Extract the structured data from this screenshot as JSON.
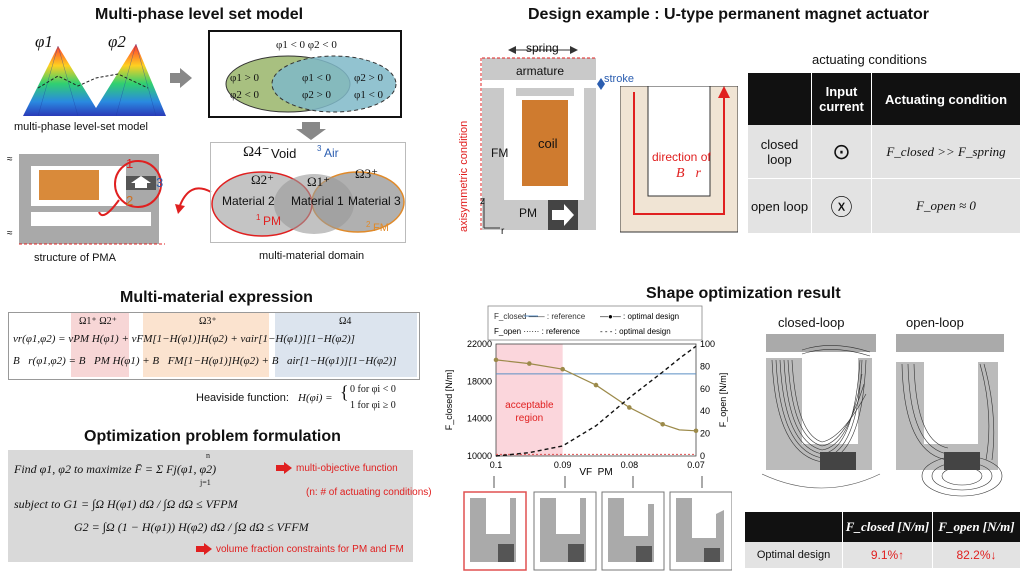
{
  "titles": {
    "t1": "Multi-phase level set model",
    "t2": "Design example : U-type permanent magnet actuator",
    "t3": "Multi-material expression",
    "t4": "Optimization problem formulation",
    "t5": "Shape optimization result"
  },
  "levelset": {
    "phi1": "φ1",
    "phi2": "φ2",
    "caption": "multi-phase level-set model",
    "venn_top": "φ1 < 0   φ2 < 0",
    "venn_l1": "φ1 > 0",
    "venn_l2": "φ2 < 0",
    "venn_m1": "φ1 < 0",
    "venn_m2": "φ2 > 0",
    "venn_c1": "φ1 > 0",
    "venn_c2": "φ2 > 0",
    "venn_r1": "φ2 > 0",
    "venn_r2": "φ1 < 0"
  },
  "pma": {
    "caption": "structure of PMA",
    "n1": "1",
    "n2": "2",
    "n3": "3"
  },
  "multimat": {
    "caption": "multi-material domain",
    "omega4": "Ω4⁻",
    "void": "Void",
    "air_num": "3",
    "air": "Air",
    "omega2": "Ω2⁺",
    "mat2": "Material 2",
    "omega1": "Ω1⁺",
    "mat1": "Material 1",
    "omega3": "Ω3⁺",
    "mat3": "Material 3",
    "pm_num": "1",
    "pm": "PM",
    "fm_num": "2",
    "fm": "FM"
  },
  "design": {
    "spring": "spring",
    "armature": "armature",
    "stroke": "stroke",
    "axis_cond": "axisymmetric condition",
    "fm": "FM",
    "coil": "coil",
    "pm": "PM",
    "z": "z",
    "r": "r",
    "direction": "direction of",
    "br": "B⃗r"
  },
  "conditions": {
    "title": "actuating conditions",
    "head_input": "Input current",
    "head_act": "Actuating condition",
    "rows": [
      {
        "name": "closed loop",
        "symbol": "⊙",
        "cond": "F_closed >> F_spring"
      },
      {
        "name": "open loop",
        "symbol": "ⓧ",
        "cond": "F_open ≈ 0"
      }
    ]
  },
  "expr": {
    "cols": [
      "Ω1⁺  Ω2⁺",
      "Ω3⁺",
      "Ω4"
    ],
    "line1": "νr(φ1,φ2) = νPM H(φ1) + νFM[1−H(φ1)]H(φ2) + νair[1−H(φ1)][1−H(φ2)]",
    "line2": "B⃗r(φ1,φ2) = B⃗PM H(φ1) + B⃗FM[1−H(φ1)]H(φ2) + B⃗air[1−H(φ1)][1−H(φ2)]",
    "heaviside_label": "Heaviside function:",
    "heaviside_lhs": "H(φi) =",
    "h0": "0     for φi < 0",
    "h1": "1     for φi ≥ 0"
  },
  "formulation": {
    "find": "Find  φ1, φ2   to maximize  F̄ = Σ Fj(φ1, φ2)",
    "sum_top": "n",
    "sum_bot": "j=1",
    "obj_note": "multi-objective function",
    "n_note": "(n: # of actuating conditions)",
    "g1": "subject to  G1 = ∫Ω H(φ1) dΩ / ∫Ω dΩ ≤ VFPM",
    "g2": "G2 = ∫Ω (1 − H(φ1)) H(φ2) dΩ / ∫Ω dΩ ≤ VFFM",
    "vf_note": "volume fraction constraints for PM and FM"
  },
  "chart_data": {
    "type": "line",
    "title": "",
    "legend": [
      {
        "label": "F_closed —— : reference",
        "color": "#5b8fc4"
      },
      {
        "label": "—●— : optimal design",
        "color": "#9c8a4a"
      },
      {
        "label": "F_open ······ : reference",
        "color": "#e05050"
      },
      {
        "label": "- - - : optimal design",
        "color": "#111111"
      }
    ],
    "legend_placement": "top",
    "xlabel": "VF_PM",
    "x_ticks": [
      "0.1",
      "0.09",
      "0.08",
      "0.07"
    ],
    "x_range": [
      0.1,
      0.07
    ],
    "ylabel_left": "F_closed [N/m]",
    "ylim_left": [
      10000,
      22000
    ],
    "y_ticks_left": [
      "10000",
      "14000",
      "18000",
      "22000"
    ],
    "ylabel_right": "F_open [N/m]",
    "ylim_right": [
      0,
      100
    ],
    "y_ticks_right": [
      "0",
      "20",
      "40",
      "60",
      "80",
      "100"
    ],
    "region_label": "acceptable region",
    "region_x": [
      0.1,
      0.09
    ],
    "series": [
      {
        "name": "F_closed reference",
        "axis": "left",
        "x": [
          0.1,
          0.07
        ],
        "y": [
          18800,
          18800
        ]
      },
      {
        "name": "F_closed optimal design",
        "axis": "left",
        "x": [
          0.1,
          0.095,
          0.09,
          0.085,
          0.08,
          0.075,
          0.0725,
          0.07
        ],
        "y": [
          20300,
          19900,
          19300,
          17600,
          15200,
          13400,
          12800,
          12700
        ]
      },
      {
        "name": "F_open reference",
        "axis": "right",
        "x": [
          0.1,
          0.07
        ],
        "y": [
          1.5,
          1.5
        ]
      },
      {
        "name": "F_open optimal design",
        "axis": "right",
        "x": [
          0.1,
          0.095,
          0.09,
          0.085,
          0.08,
          0.075,
          0.0725,
          0.07
        ],
        "y": [
          0,
          3,
          9,
          27,
          52,
          75,
          87,
          98
        ]
      }
    ]
  },
  "result": {
    "closed_loop": "closed-loop",
    "open_loop": "open-loop",
    "table_head": [
      "F_closed [N/m]",
      "F_open [N/m]"
    ],
    "row_label": "Optimal design",
    "closed_val": "9.1%↑",
    "open_val": "82.2%↓"
  }
}
